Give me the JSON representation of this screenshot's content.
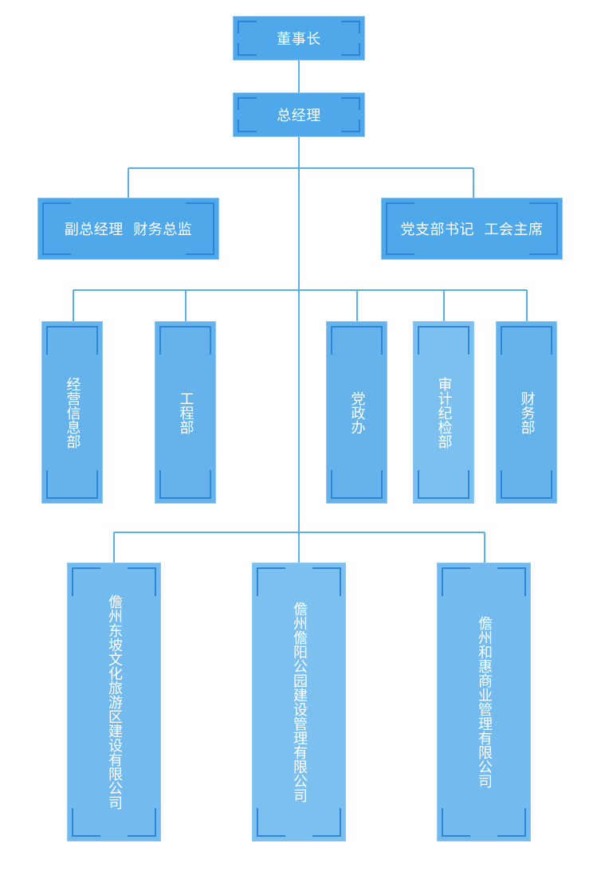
{
  "chairman": "董事长",
  "general_manager": "总经理",
  "deputy": "副总经理  财务总监",
  "party": "党支部书记  工会主席",
  "departments": [
    "经营信息部",
    "工程部",
    "党政办",
    "审计纪检部",
    "财务部"
  ],
  "subsidiaries": [
    "儋州东坡文化旅游区建设有限公司",
    "儋州儋阳公园建设管理有限公司",
    "儋州和惠商业管理有限公司"
  ]
}
